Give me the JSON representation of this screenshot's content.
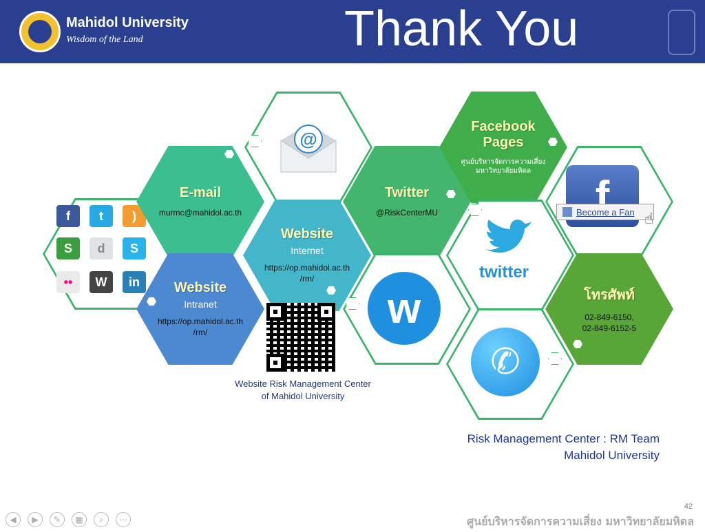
{
  "header": {
    "university": "Mahidol University",
    "slogan": "Wisdom of the Land",
    "title": "Thank You"
  },
  "hexes": {
    "email": {
      "title": "E-mail",
      "text": "murmc@mahidol.ac.th"
    },
    "website_internet": {
      "title": "Website",
      "subtitle": "Internet",
      "url_line1": "https://op.mahidol.ac.th",
      "url_line2": "/rm/"
    },
    "website_intranet": {
      "title": "Website",
      "subtitle": "Intranet",
      "url_line1": "https://op.mahidol.ac.th",
      "url_line2": "/rm/"
    },
    "twitter": {
      "title": "Twitter",
      "text": "@RiskCenterMU"
    },
    "facebook": {
      "title_line1": "Facebook",
      "title_line2": "Pages",
      "text_line1": "ศูนย์บริหารจัดการความเสี่ยง",
      "text_line2": "มหาวิทยาลัยมหิดล"
    },
    "phone": {
      "title": "โทรศัพท์",
      "text_line1": "02-849-6150,",
      "text_line2": "02-849-6152-5"
    }
  },
  "icons": {
    "twitter_wordmark": "twitter",
    "become_fan": "Become a Fan",
    "weebly_letter": "w"
  },
  "qr_caption": {
    "line1": "Website Risk Management Center",
    "line2": "of Mahidol University"
  },
  "footer": {
    "team_line1": "Risk Management Center : RM Team",
    "team_line2": "Mahidol University",
    "page_number": "42",
    "thai_center": "ศูนย์บริหารจัดการความเสี่ยง มหาวิทยาลัยมหิดล"
  },
  "colors": {
    "header_bg": "#2a3f8f",
    "email": "#3cbf90",
    "website_internet": "#43b6c9",
    "website_intranet": "#4d89d0",
    "twitter": "#44b56c",
    "facebook": "#3fae4a",
    "phone": "#59a638"
  }
}
